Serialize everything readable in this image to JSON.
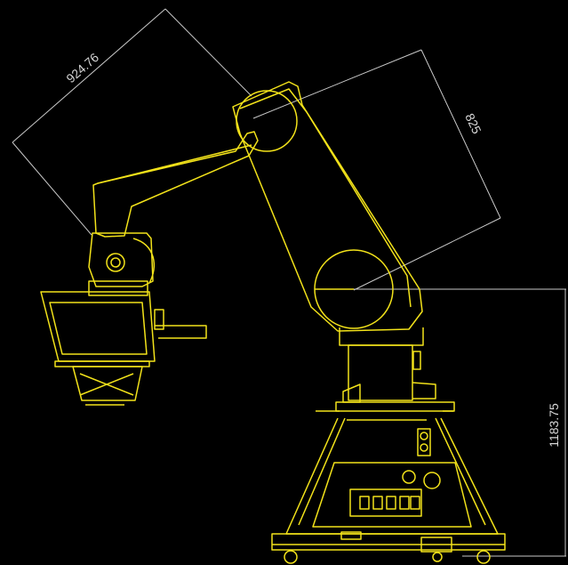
{
  "drawing": {
    "background_color": "#000000",
    "line_color": "#f2e21a",
    "dimension_line_color": "#c8c8c8",
    "dimensions": [
      {
        "id": "upper-arm-length",
        "label": "924.76"
      },
      {
        "id": "forearm-length",
        "label": "825"
      },
      {
        "id": "shoulder-height",
        "label": "1183.75"
      }
    ]
  }
}
